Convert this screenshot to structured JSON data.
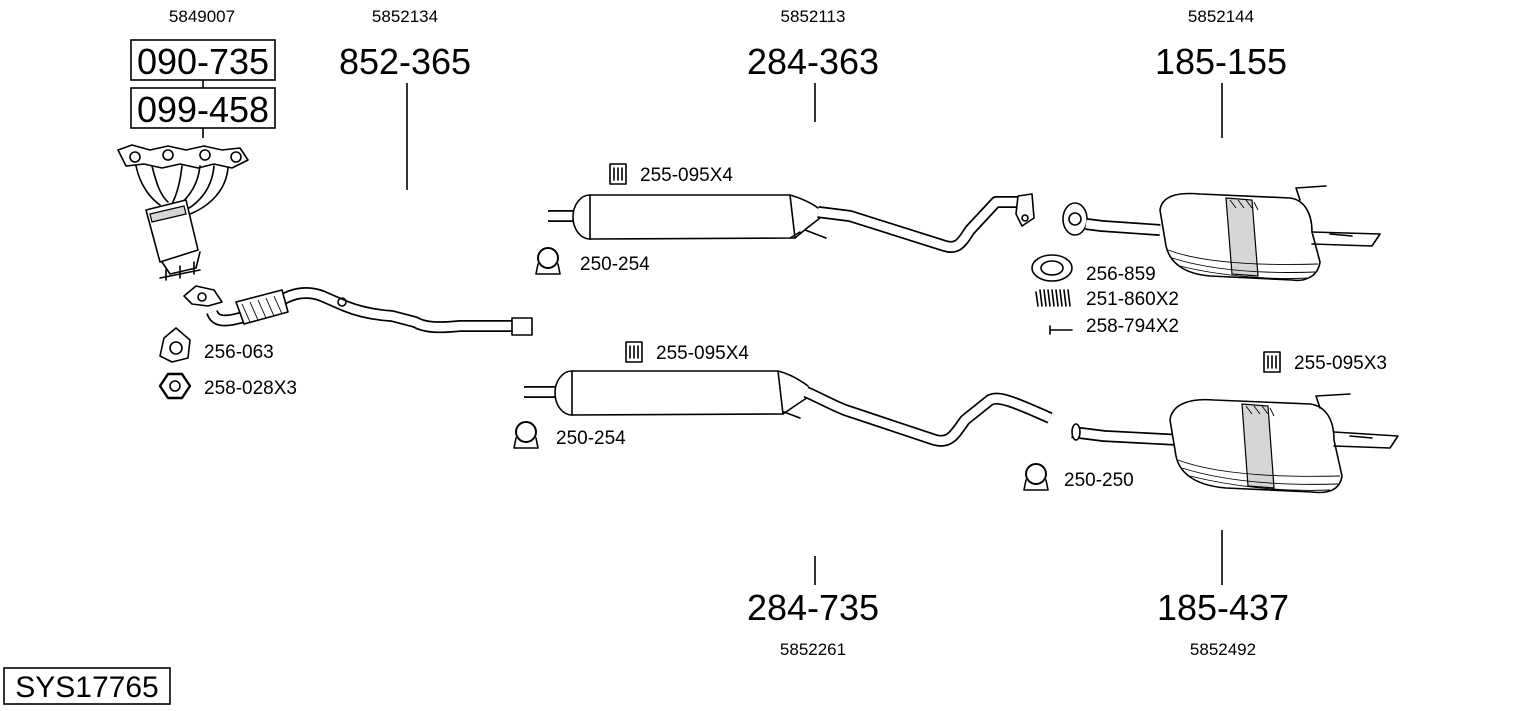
{
  "system_code": "SYS17765",
  "parts": {
    "manifold": {
      "oe": "5849007",
      "numbers": [
        "090-735",
        "099-458"
      ]
    },
    "front_pipe": {
      "oe": "5852134",
      "number": "852-365"
    },
    "mid_muffler_top": {
      "oe": "5852113",
      "number": "284-363"
    },
    "rear_muffler_top": {
      "oe": "5852144",
      "number": "185-155"
    },
    "mid_muffler_bottom": {
      "oe": "5852261",
      "number": "284-735"
    },
    "rear_muffler_bottom": {
      "oe": "5852492",
      "number": "185-437"
    }
  },
  "accessories": {
    "gasket_triangle": "256-063",
    "nut": "258-028X3",
    "mount_top_mid": "255-095X4",
    "clamp_top_mid": "250-254",
    "gasket_ring": "256-859",
    "spring": "251-860X2",
    "bolt": "258-794X2",
    "mount_bottom_mid": "255-095X4",
    "clamp_bottom_mid": "250-254",
    "mount_bottom_rear": "255-095X3",
    "clamp_bottom_rear": "250-250"
  }
}
